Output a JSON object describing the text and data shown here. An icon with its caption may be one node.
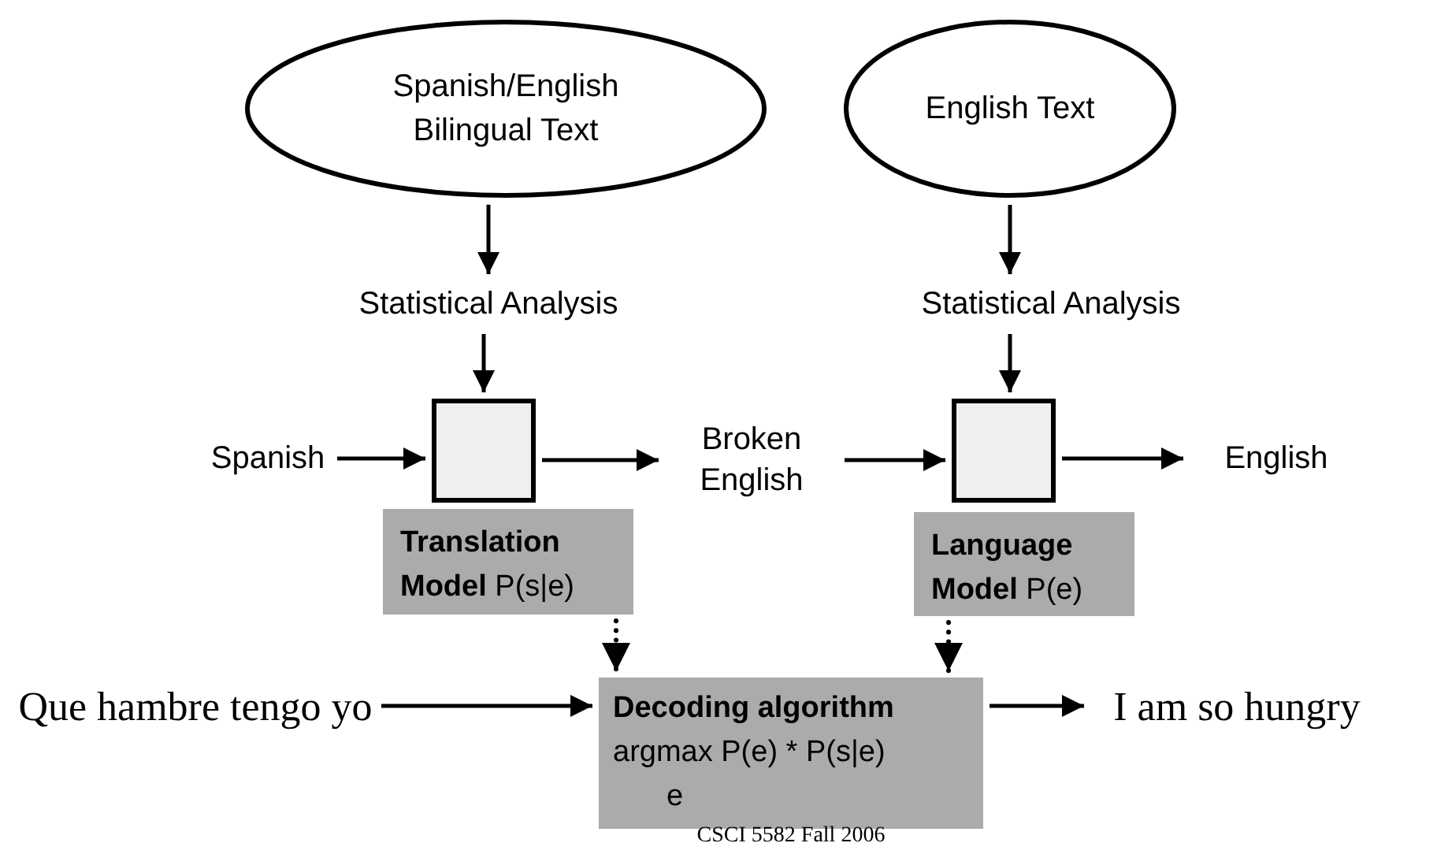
{
  "diagram": {
    "nodes": [
      {
        "text": [
          "Spanish/English Bilingual Text"
        ]
      },
      {
        "text": [
          "English Text"
        ]
      },
      {
        "text": [
          "Statistical Analysis"
        ]
      },
      {
        "text": [
          "Statistical Analysis"
        ]
      },
      {
        "text": [
          "Spanish"
        ]
      },
      {
        "text": [],
        "shape": "box"
      },
      {
        "text": [
          "Broken English"
        ]
      },
      {
        "text": [],
        "shape": "box"
      },
      {
        "text": [
          "English"
        ]
      },
      {
        "text": [
          "**Translation Model** P(s|e)"
        ]
      },
      {
        "text": [
          "**Language Model** P(e)"
        ]
      },
      {
        "text": [
          "Que hambre tengo yo"
        ]
      },
      {
        "text": [
          "Decoding algorithm",
          "argmax P(e) * P(s|e)",
          "e"
        ]
      },
      {
        "text": [
          "I am so hungry"
        ]
      }
    ],
    "edges": [
      {
        "from": 0,
        "to": 2,
        "arrow": "to"
      },
      {
        "from": 2,
        "to": 5,
        "arrow": "to"
      },
      {
        "from": 1,
        "to": 3,
        "arrow": "to"
      },
      {
        "from": 3,
        "to": 7,
        "arrow": "to"
      },
      {
        "from": 4,
        "to": 5,
        "arrow": "to"
      },
      {
        "from": 5,
        "to": 6,
        "arrow": "to"
      },
      {
        "from": 6,
        "to": 7,
        "arrow": "to"
      },
      {
        "from": 7,
        "to": 8,
        "arrow": "to"
      },
      {
        "from": 9,
        "to": 12,
        "arrow": "to",
        "style": "dashed"
      },
      {
        "from": 10,
        "to": 12,
        "arrow": "to",
        "style": "dashed"
      },
      {
        "from": 11,
        "to": 12,
        "arrow": "to"
      },
      {
        "from": 12,
        "to": 13,
        "arrow": "to"
      }
    ],
    "labels": [
      "CSCI 5582 Fall 2006"
    ]
  }
}
